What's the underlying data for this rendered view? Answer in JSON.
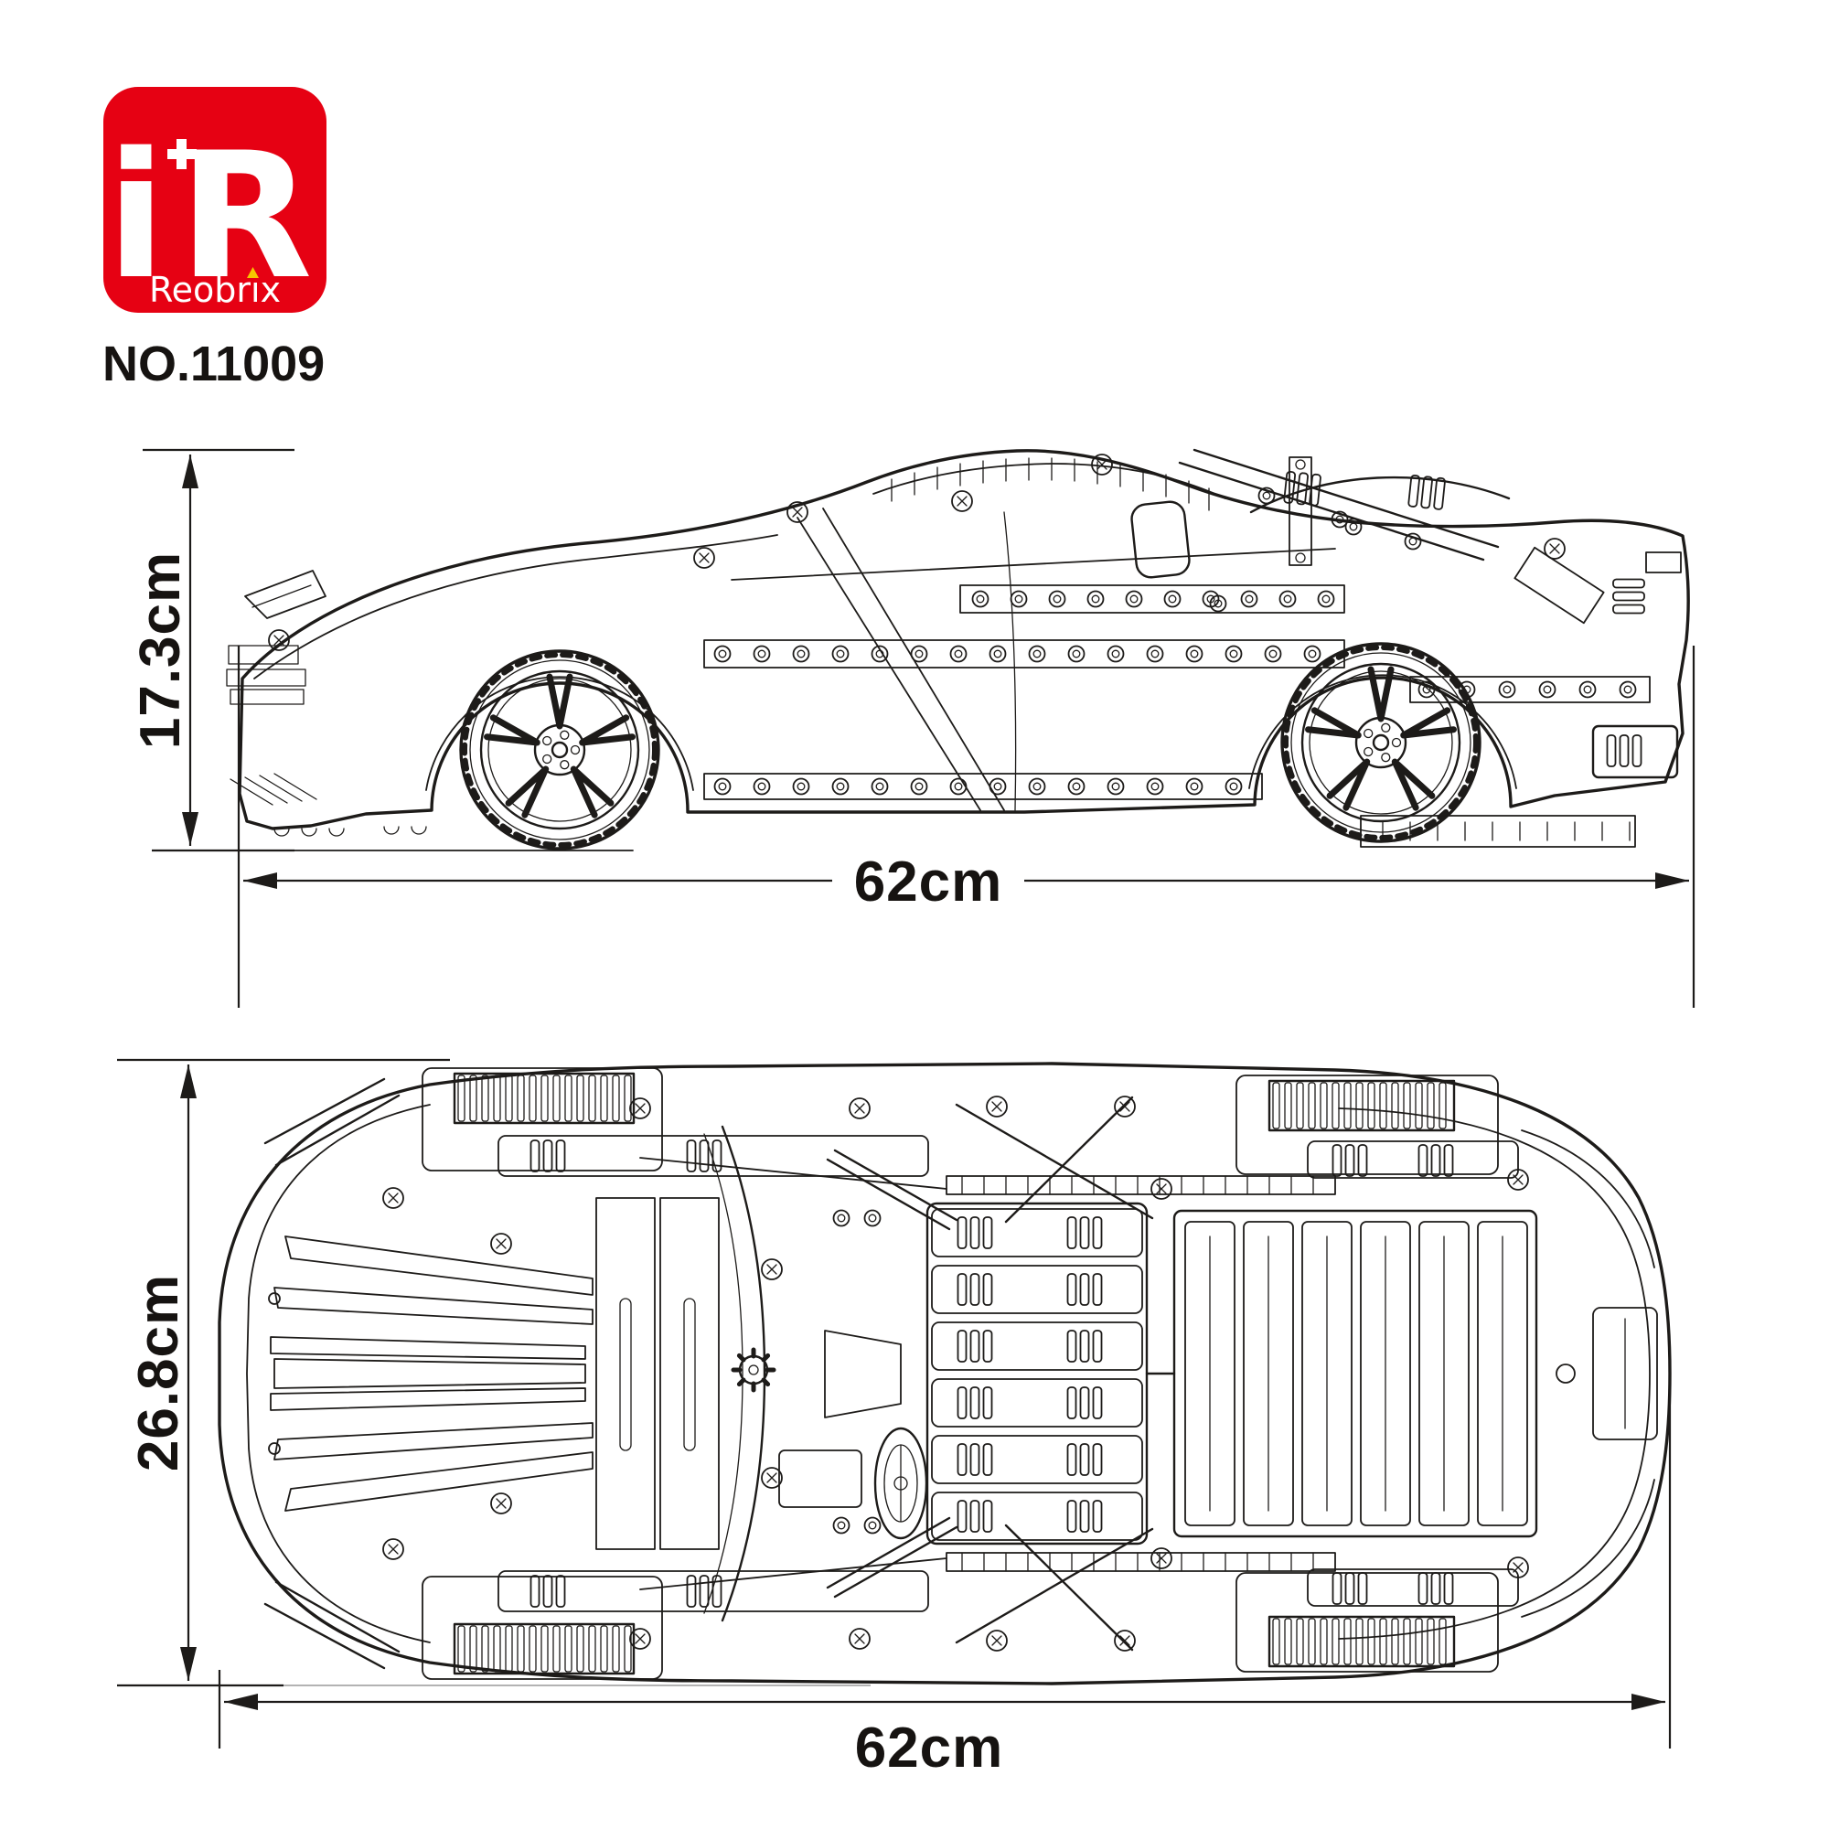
{
  "logo": {
    "monogram": "iR",
    "brand": "Reobrix",
    "bg_color": "#e60113",
    "accent_color": "#f6c700",
    "text_color": "#ffffff"
  },
  "header": {
    "model_no": "NO.11009"
  },
  "dimensions": {
    "side_height": "17.3cm",
    "side_length": "62cm",
    "top_width": "26.8cm",
    "top_length": "62cm"
  },
  "drawing": {
    "ink": "#1d1b19",
    "paper": "#ffffff",
    "faint_line": "#9a9a9a",
    "views": [
      "side-view",
      "top-view"
    ]
  }
}
